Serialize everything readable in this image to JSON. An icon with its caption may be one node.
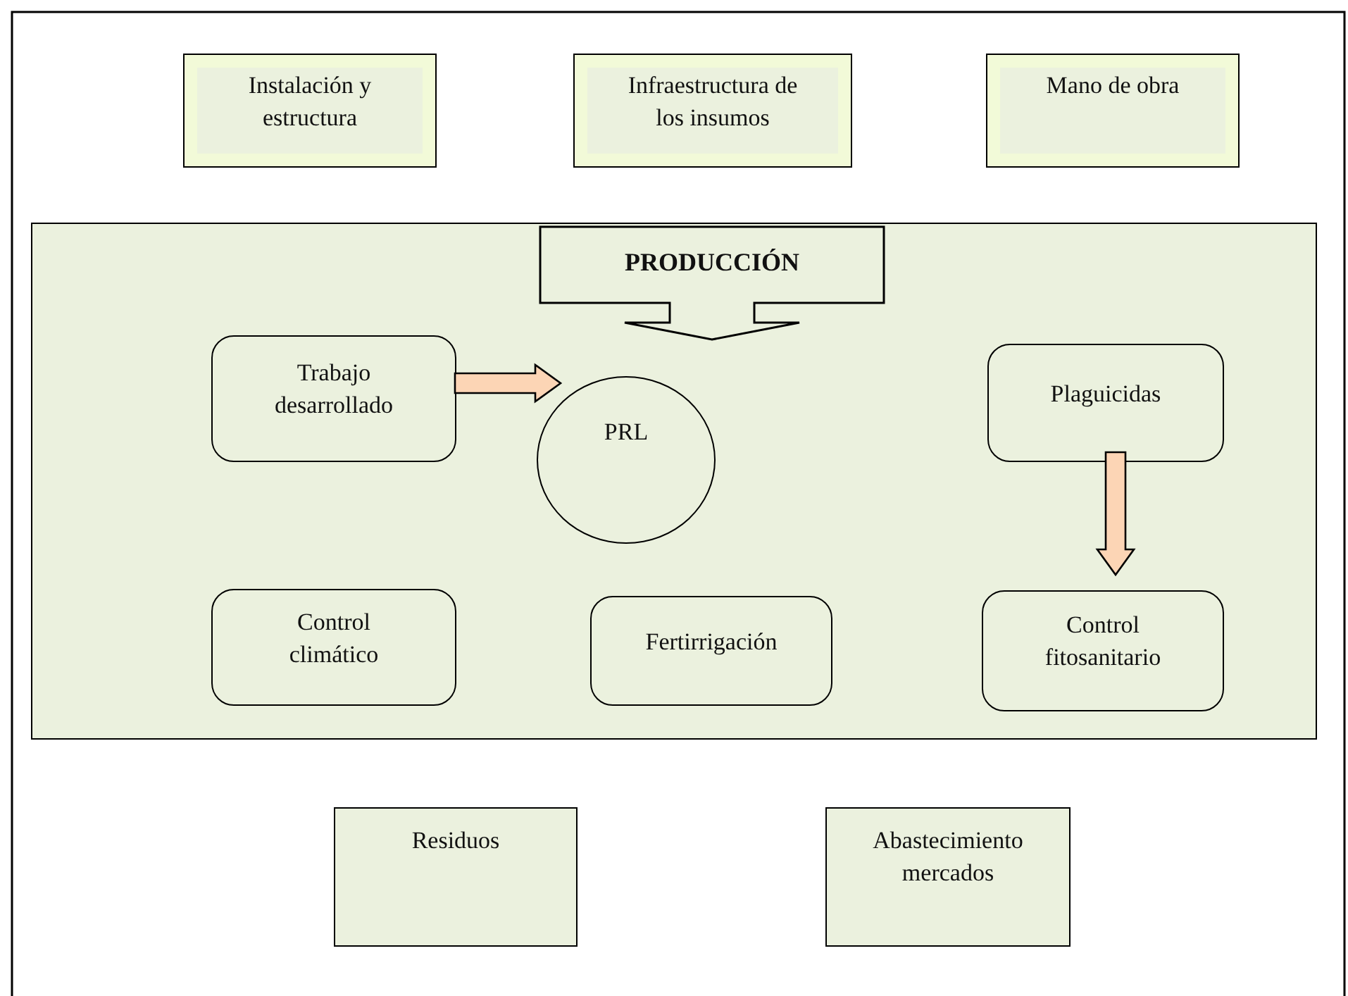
{
  "diagram": {
    "nodes": [
      {
        "text": [
          "Instalación y estructura"
        ]
      },
      {
        "text": [
          "Infraestructura de los insumos"
        ]
      },
      {
        "text": [
          "Mano de obra"
        ]
      },
      {
        "text": [],
        "shape": "box"
      },
      {
        "text": [
          "PRODUCCIÓN"
        ],
        "in": 3
      },
      {
        "text": [
          "Trabajo desarrollado"
        ],
        "in": 3
      },
      {
        "text": [
          "PRL"
        ],
        "in": 3
      },
      {
        "text": [
          "Plaguicidas"
        ],
        "in": 3
      },
      {
        "text": [
          "Control climático"
        ],
        "in": 3
      },
      {
        "text": [
          "Fertirrigación"
        ],
        "in": 3
      },
      {
        "text": [
          "Control fitosanitario"
        ],
        "in": 3
      },
      {
        "text": [
          "Residuos"
        ]
      },
      {
        "text": [
          "Abastecimiento mercados"
        ]
      }
    ],
    "edges": [
      {
        "from": 5,
        "to": 6,
        "arrow": "to",
        "style": "thick"
      },
      {
        "from": 7,
        "to": 10,
        "arrow": "to",
        "style": "thick"
      }
    ]
  }
}
